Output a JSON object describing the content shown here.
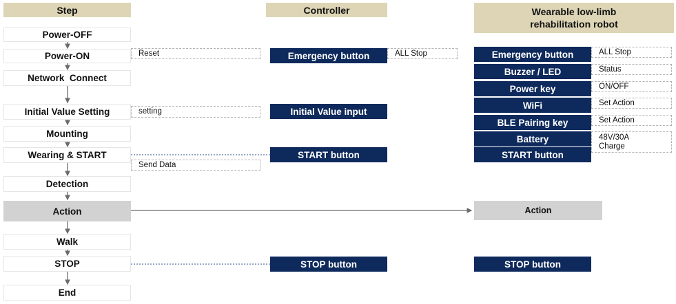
{
  "headers": {
    "step": "Step",
    "controller": "Controller",
    "robot_line1": "Wearable low-limb",
    "robot_line2": "rehabilitation robot"
  },
  "steps": [
    "Power-OFF",
    "Power-ON",
    "Network  Connect",
    "Initial Value Setting",
    "Mounting",
    "Wearing & START",
    "Detection",
    "Action",
    "Walk",
    "STOP",
    "End"
  ],
  "step_notes": {
    "reset": "Reset",
    "setting": "setting",
    "send_data": "Send Data"
  },
  "controller": {
    "emergency_button": "Emergency button",
    "all_stop": "ALL Stop",
    "initial_value_input": "Initial Value input",
    "start_button": "START button",
    "stop_button": "STOP button"
  },
  "robot": {
    "emergency_button": "Emergency button",
    "emergency_note": "ALL Stop",
    "buzzer_led": "Buzzer / LED",
    "buzzer_note": "Status",
    "power_key": "Power key",
    "power_note": "ON/OFF",
    "wifi": "WiFi",
    "wifi_note": "Set Action",
    "ble_pairing_key": "BLE Pairing key",
    "ble_note": "Set Action",
    "battery": "Battery",
    "battery_note_line1": "48V/30A",
    "battery_note_line2": "Charge",
    "start_button": "START button",
    "action": "Action",
    "stop_button": "STOP button"
  },
  "colors": {
    "header_bg": "#ddd5b5",
    "navy": "#0e2a5c",
    "action_gray": "#d2d2d2",
    "arrow": "#6b6b6b",
    "dashed_link": "#2f4f8f"
  }
}
